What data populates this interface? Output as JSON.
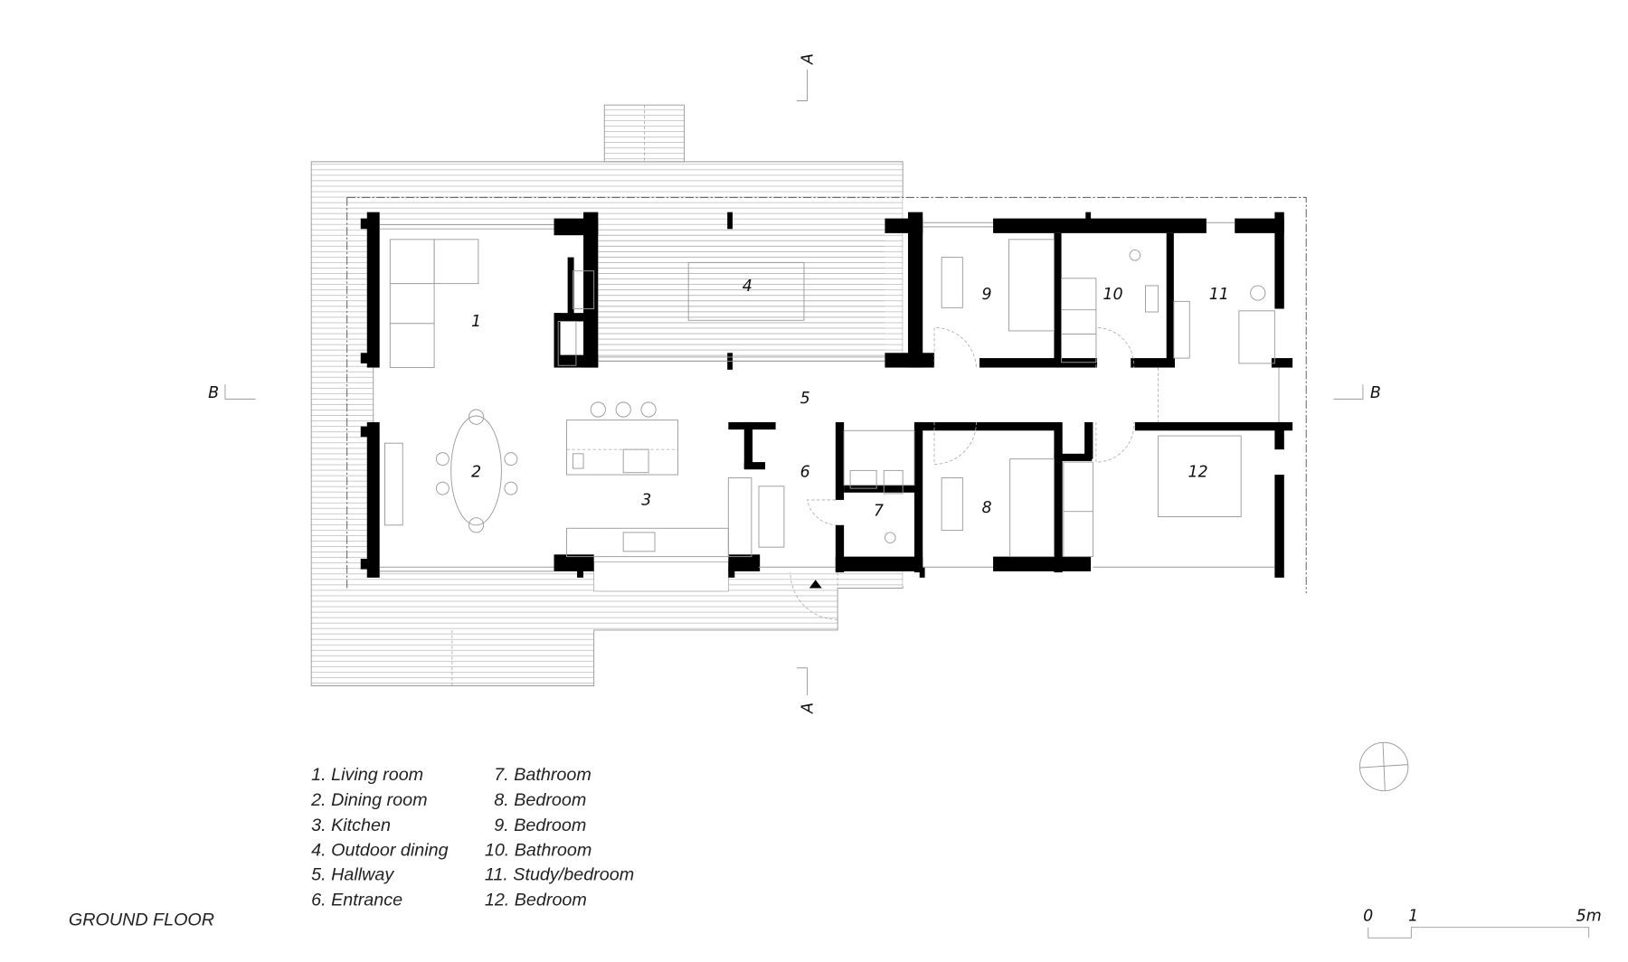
{
  "drawing": {
    "title": "GROUND FLOOR",
    "room_numbers": [
      "1",
      "2",
      "3",
      "4",
      "5",
      "6",
      "7",
      "8",
      "9",
      "10",
      "11",
      "12"
    ],
    "legend": [
      "1. Living room",
      "2. Dining room",
      "3. Kitchen",
      "4. Outdoor dining",
      "5. Hallway",
      "6. Entrance",
      "7. Bathroom",
      "8. Bedroom",
      "9. Bedroom",
      "10. Bathroom",
      "11. Study/bedroom",
      "12. Bedroom"
    ],
    "section_markers": {
      "a": "A",
      "b": "B"
    },
    "scale_bar": {
      "labels": [
        "0",
        "1",
        "5m"
      ]
    },
    "compass_icon": "north-arrow-icon",
    "colors": {
      "wall": "#000000",
      "linework": "#9a9a9a",
      "background": "#ffffff"
    }
  }
}
